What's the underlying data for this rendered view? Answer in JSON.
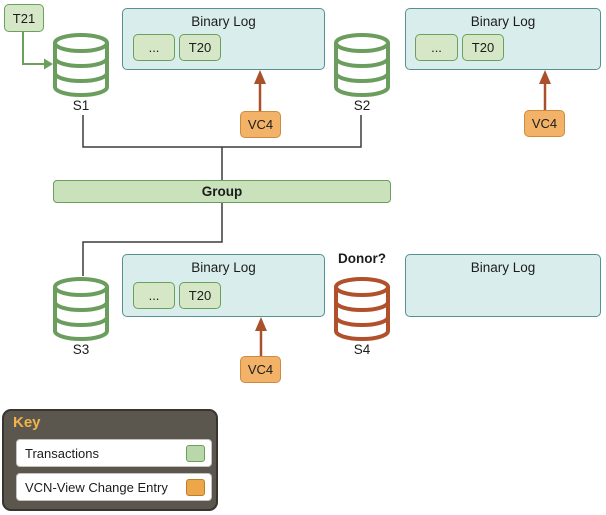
{
  "diagram_type": "MySQL Group Replication distributed recovery diagram",
  "nodes": {
    "t21": {
      "label": "T21"
    },
    "group": {
      "label": "Group"
    },
    "donor_question": "Donor?"
  },
  "servers": [
    {
      "label": "S1",
      "color": "green"
    },
    {
      "label": "S2",
      "color": "green"
    },
    {
      "label": "S3",
      "color": "green"
    },
    {
      "label": "S4",
      "color": "rust"
    }
  ],
  "binary_logs": [
    {
      "title": "Binary Log",
      "entries": [
        "...",
        "T20"
      ]
    },
    {
      "title": "Binary Log",
      "entries": [
        "...",
        "T20"
      ]
    },
    {
      "title": "Binary Log",
      "entries": [
        "...",
        "T20"
      ]
    },
    {
      "title": "Binary Log",
      "entries": []
    }
  ],
  "view_change_entries": [
    {
      "label": "VC4"
    },
    {
      "label": "VC4"
    },
    {
      "label": "VC4"
    }
  ],
  "key": {
    "title": "Key",
    "items": [
      {
        "label": "Transactions",
        "swatch_color": "#b9d7a8"
      },
      {
        "label": "VCN-View Change Entry",
        "swatch_color": "#eda74b"
      }
    ]
  },
  "colors": {
    "transaction_fill": "#d5e7c6",
    "transaction_border": "#6ba05c",
    "binlog_fill": "#d9edec",
    "binlog_border": "#569090",
    "view_change_fill": "#f2b268",
    "view_change_border": "#cd8b3f",
    "arrow_rust": "#a9512c",
    "arrow_green": "#6ba05c",
    "server_green": "#6b9e5e",
    "server_rust": "#b1512c",
    "connector": "#3c3c3c",
    "key_background": "#5c574e",
    "key_title": "#f0b44a"
  }
}
